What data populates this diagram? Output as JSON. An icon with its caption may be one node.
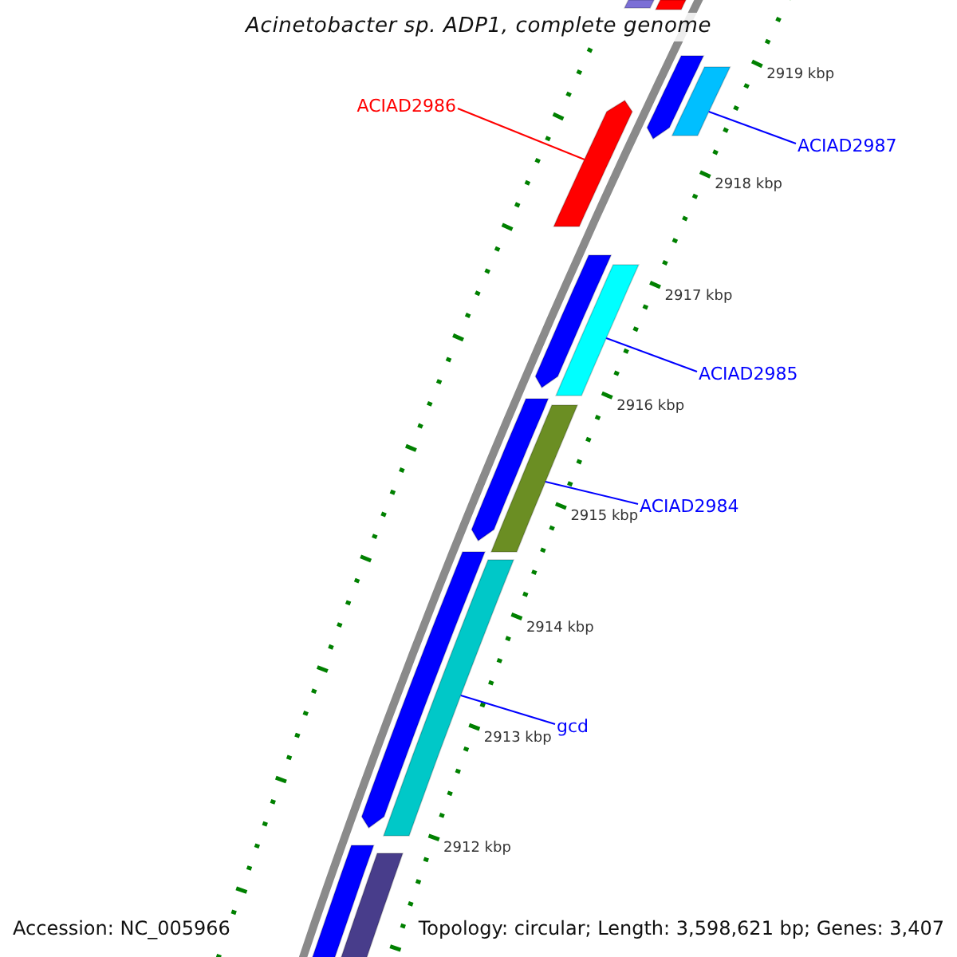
{
  "diagram": {
    "title": "Acinetobacter sp. ADP1, complete genome",
    "nodes": [
      {
        "text": [
          "ACIAD2986"
        ]
      },
      {
        "text": [],
        "shape": "bar"
      },
      {
        "text": [
          "ACIAD2987"
        ]
      },
      {
        "text": [],
        "shape": "bar"
      },
      {
        "text": [
          "ACIAD2985"
        ]
      },
      {
        "text": [],
        "shape": "bar"
      },
      {
        "text": [
          "ACIAD2984"
        ]
      },
      {
        "text": [],
        "shape": "bar"
      },
      {
        "text": [
          "gcd"
        ]
      },
      {
        "text": [],
        "shape": "bar"
      },
      {
        "text": [],
        "shape": "bar"
      },
      {
        "text": [],
        "shape": "bar"
      },
      {
        "text": [],
        "shape": "bar"
      },
      {
        "text": [],
        "shape": "bar"
      },
      {
        "text": [],
        "shape": "bar"
      },
      {
        "text": [],
        "shape": "bar"
      },
      {
        "text": [],
        "shape": "bar"
      },
      {
        "text": [],
        "shape": "bar"
      }
    ],
    "edges": [
      {
        "from": 0,
        "to": 1,
        "arrow": "none",
        "color": "#ff0000"
      },
      {
        "from": 2,
        "to": 3,
        "arrow": "none"
      },
      {
        "from": 4,
        "to": 5,
        "arrow": "none"
      },
      {
        "from": 6,
        "to": 7,
        "arrow": "none"
      },
      {
        "from": 8,
        "to": 9,
        "arrow": "none"
      }
    ],
    "labels": [
      "2919 kbp",
      "2918 kbp",
      "2917 kbp",
      "2916 kbp",
      "2915 kbp",
      "2914 kbp",
      "2913 kbp",
      "2912 kbp",
      "Accession: NC_005966",
      "Topology: circular; Length: 3,598,621 bp; Genes: 3,407"
    ]
  }
}
